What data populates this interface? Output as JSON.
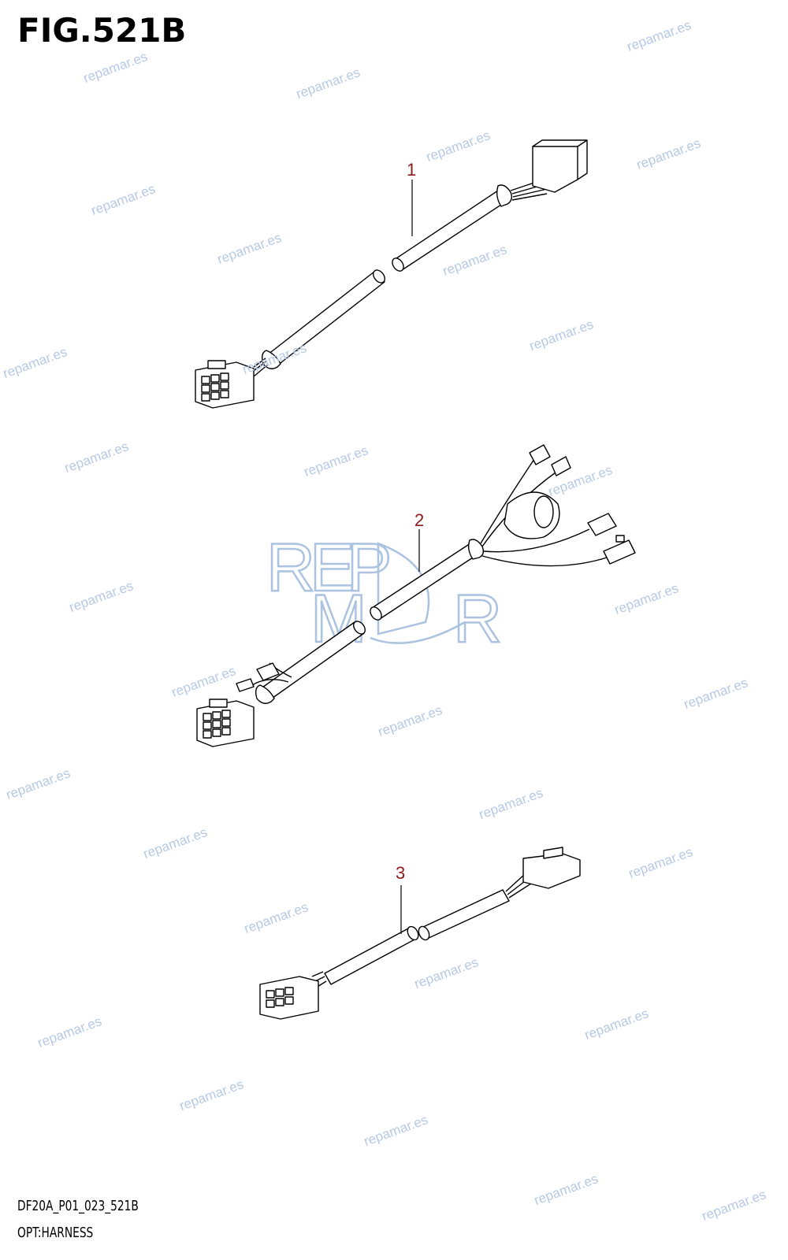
{
  "figure": {
    "title": "FIG.521B",
    "code": "DF20A_P01_023_521B",
    "description": "OPT:HARNESS"
  },
  "callouts": [
    "1",
    "2",
    "3"
  ],
  "watermark": {
    "text": "repamar.es",
    "logo_letters": [
      "R",
      "E",
      "P",
      "M",
      "R"
    ],
    "color": "#b7c9e6"
  }
}
